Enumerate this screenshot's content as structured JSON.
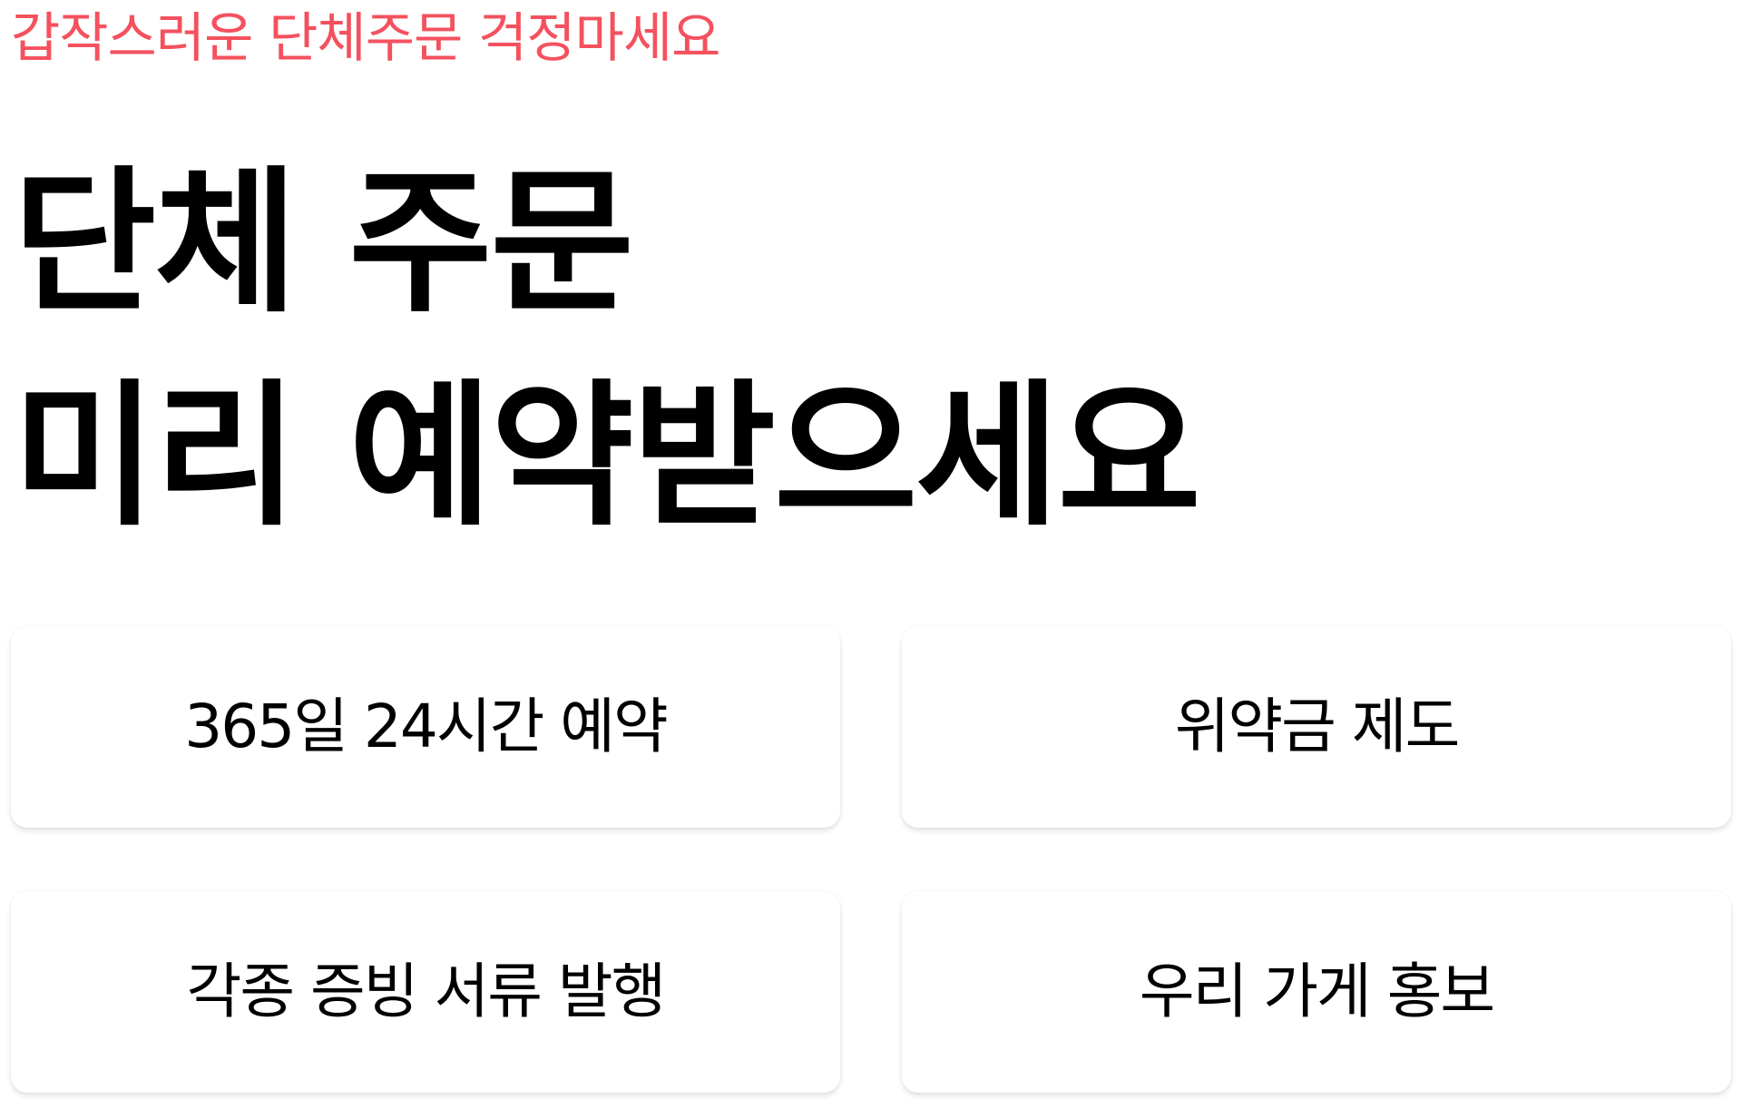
{
  "colors": {
    "accent": "#f4515e",
    "text": "#000000",
    "card_background": "#ffffff"
  },
  "hero": {
    "eyebrow": "갑작스러운 단체주문 걱정마세요",
    "headline_line1": "단체 주문",
    "headline_line2": "미리 예약받으세요"
  },
  "features": [
    {
      "label": "365일 24시간 예약"
    },
    {
      "label": "위약금 제도"
    },
    {
      "label": "각종 증빙 서류 발행"
    },
    {
      "label": "우리 가게 홍보"
    }
  ]
}
